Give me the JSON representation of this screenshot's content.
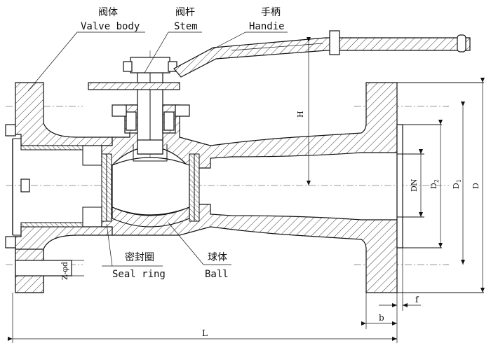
{
  "labels": {
    "valve_body_cn": "阀体",
    "valve_body_en": "Valve body",
    "stem_cn": "阀杆",
    "stem_en": "Stem",
    "handle_cn": "手柄",
    "handle_en": "Handie",
    "seal_ring_cn": "密封圈",
    "seal_ring_en": "Seal ring",
    "ball_cn": "球体",
    "ball_en": "Ball"
  },
  "dimensions": {
    "H": "H",
    "DN": "DN",
    "D2": "D",
    "D2_sub": "2",
    "D1": "D",
    "D1_sub": "1",
    "D": "D",
    "f": "f",
    "b": "b",
    "L": "L",
    "bolts": "Z-φd"
  },
  "colors": {
    "ink": "#111111",
    "background": "#ffffff"
  }
}
